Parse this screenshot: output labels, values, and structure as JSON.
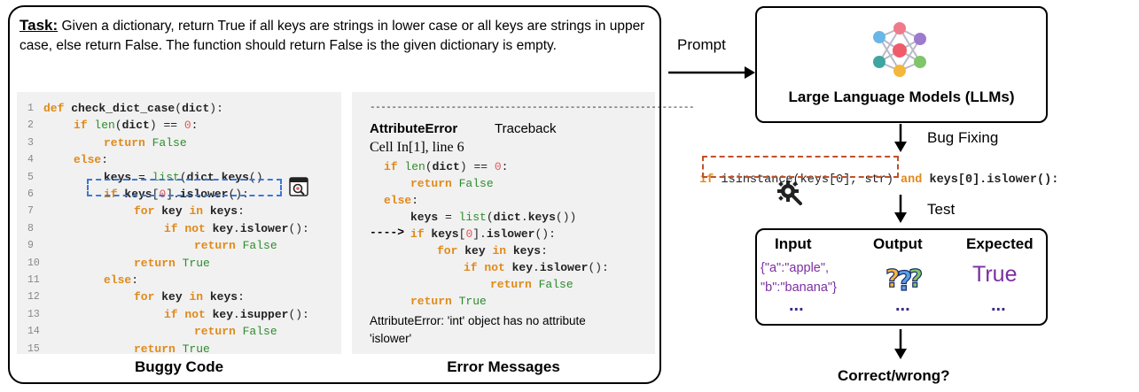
{
  "task": {
    "label": "Task:",
    "text": "Given a dictionary, return True if all keys are strings in lower case or all keys are strings in upper case, else return False. The function should return False is the given dictionary is empty."
  },
  "code": {
    "lines": [
      {
        "n": "1",
        "indent": 0,
        "tokens": [
          [
            "kw",
            "def "
          ],
          [
            "bd",
            "check_dict_case"
          ],
          [
            "nm",
            "("
          ],
          [
            "bd",
            "dict"
          ],
          [
            "nm",
            "):"
          ]
        ]
      },
      {
        "n": "2",
        "indent": 1,
        "tokens": [
          [
            "kw",
            "if "
          ],
          [
            "bi",
            "len"
          ],
          [
            "nm",
            "("
          ],
          [
            "bd",
            "dict"
          ],
          [
            "nm",
            ") == "
          ],
          [
            "num",
            "0"
          ],
          [
            "nm",
            ":"
          ]
        ]
      },
      {
        "n": "3",
        "indent": 2,
        "tokens": [
          [
            "kw",
            "return "
          ],
          [
            "bi",
            "False"
          ]
        ]
      },
      {
        "n": "4",
        "indent": 1,
        "tokens": [
          [
            "kw",
            "else"
          ],
          [
            "nm",
            ":"
          ]
        ]
      },
      {
        "n": "5",
        "indent": 2,
        "tokens": [
          [
            "bd",
            "keys "
          ],
          [
            "nm",
            "= "
          ],
          [
            "bi",
            "list"
          ],
          [
            "nm",
            "("
          ],
          [
            "bd",
            "dict"
          ],
          [
            "nm",
            "."
          ],
          [
            "bd",
            "keys"
          ],
          [
            "nm",
            "()"
          ]
        ]
      },
      {
        "n": "6",
        "indent": 2,
        "tokens": [
          [
            "kw",
            "if "
          ],
          [
            "bd",
            "keys"
          ],
          [
            "nm",
            "["
          ],
          [
            "num",
            "0"
          ],
          [
            "nm",
            "]."
          ],
          [
            "bd",
            "islower"
          ],
          [
            "nm",
            "():"
          ]
        ]
      },
      {
        "n": "7",
        "indent": 3,
        "tokens": [
          [
            "kw",
            "for "
          ],
          [
            "bd",
            "key "
          ],
          [
            "kw",
            "in "
          ],
          [
            "bd",
            "keys"
          ],
          [
            "nm",
            ":"
          ]
        ]
      },
      {
        "n": "8",
        "indent": 4,
        "tokens": [
          [
            "kw",
            "if not "
          ],
          [
            "bd",
            "key"
          ],
          [
            "nm",
            "."
          ],
          [
            "bd",
            "islower"
          ],
          [
            "nm",
            "():"
          ]
        ]
      },
      {
        "n": "9",
        "indent": 5,
        "tokens": [
          [
            "kw",
            "return "
          ],
          [
            "bi",
            "False"
          ]
        ]
      },
      {
        "n": "10",
        "indent": 3,
        "tokens": [
          [
            "kw",
            "return "
          ],
          [
            "bi",
            "True"
          ]
        ]
      },
      {
        "n": "11",
        "indent": 2,
        "tokens": [
          [
            "kw",
            "else"
          ],
          [
            "nm",
            ":"
          ]
        ]
      },
      {
        "n": "12",
        "indent": 3,
        "tokens": [
          [
            "kw",
            "for "
          ],
          [
            "bd",
            "key "
          ],
          [
            "kw",
            "in "
          ],
          [
            "bd",
            "keys"
          ],
          [
            "nm",
            ":"
          ]
        ]
      },
      {
        "n": "13",
        "indent": 4,
        "tokens": [
          [
            "kw",
            "if not "
          ],
          [
            "bd",
            "key"
          ],
          [
            "nm",
            "."
          ],
          [
            "bd",
            "isupper"
          ],
          [
            "nm",
            "():"
          ]
        ]
      },
      {
        "n": "14",
        "indent": 5,
        "tokens": [
          [
            "kw",
            "return "
          ],
          [
            "bi",
            "False"
          ]
        ]
      },
      {
        "n": "15",
        "indent": 3,
        "tokens": [
          [
            "kw",
            "return "
          ],
          [
            "bi",
            "True"
          ]
        ]
      }
    ],
    "caption": "Buggy Code"
  },
  "error": {
    "dashes": "------------------------------------------------------------",
    "name": "AttributeError",
    "traceback": "Traceback",
    "cell": "Cell In[1], line 6",
    "arrow": "---->",
    "lines": [
      {
        "indent": 0,
        "tokens": [
          [
            "kw",
            "if "
          ],
          [
            "bi",
            "len"
          ],
          [
            "nm",
            "("
          ],
          [
            "bd",
            "dict"
          ],
          [
            "nm",
            ") == "
          ],
          [
            "num",
            "0"
          ],
          [
            "nm",
            ":"
          ]
        ]
      },
      {
        "indent": 1,
        "tokens": [
          [
            "kw",
            "return "
          ],
          [
            "bi",
            "False"
          ]
        ]
      },
      {
        "indent": 0,
        "tokens": [
          [
            "kw",
            "else"
          ],
          [
            "nm",
            ":"
          ]
        ]
      },
      {
        "indent": 1,
        "tokens": [
          [
            "bd",
            "keys "
          ],
          [
            "nm",
            "= "
          ],
          [
            "bi",
            "list"
          ],
          [
            "nm",
            "("
          ],
          [
            "bd",
            "dict"
          ],
          [
            "nm",
            "."
          ],
          [
            "bd",
            "keys"
          ],
          [
            "nm",
            "())"
          ]
        ]
      },
      {
        "indent": 1,
        "tokens": [
          [
            "kw",
            "if "
          ],
          [
            "bd",
            "keys"
          ],
          [
            "nm",
            "["
          ],
          [
            "num",
            "0"
          ],
          [
            "nm",
            "]."
          ],
          [
            "bd",
            "islower"
          ],
          [
            "nm",
            "():"
          ]
        ]
      },
      {
        "indent": 2,
        "tokens": [
          [
            "kw",
            "for "
          ],
          [
            "bd",
            "key "
          ],
          [
            "kw",
            "in "
          ],
          [
            "bd",
            "keys"
          ],
          [
            "nm",
            ":"
          ]
        ]
      },
      {
        "indent": 3,
        "tokens": [
          [
            "kw",
            "if not "
          ],
          [
            "bd",
            "key"
          ],
          [
            "nm",
            "."
          ],
          [
            "bd",
            "islower"
          ],
          [
            "nm",
            "():"
          ]
        ]
      },
      {
        "indent": 4,
        "tokens": [
          [
            "kw",
            "return "
          ],
          [
            "bi",
            "False"
          ]
        ]
      },
      {
        "indent": 1,
        "tokens": [
          [
            "kw",
            "return "
          ],
          [
            "bi",
            "True"
          ]
        ]
      }
    ],
    "message_line1": "AttributeError: 'int' object has no attribute",
    "message_line2": "'islower'",
    "caption": "Error Messages"
  },
  "flow": {
    "prompt": "Prompt",
    "llm": "Large Language Models (LLMs)",
    "bug_fixing": "Bug Fixing",
    "test": "Test",
    "result": "Correct/wrong?"
  },
  "fix": {
    "prefix": "if ",
    "highlighted": "isinstance(keys[0], str)",
    "suffix_kw": " and ",
    "suffix": "keys[0].islower():"
  },
  "test_table": {
    "input_label": "Input",
    "output_label": "Output",
    "expected_label": "Expected",
    "input_line1": "{\"a\":\"apple\",",
    "input_line2": "\"b\":\"banana\"}",
    "expected_value": "True",
    "ellipsis": "..."
  },
  "colors": {
    "keyword": "#e08a1a",
    "builtin": "#2e8b2e",
    "number": "#e05a5a",
    "highlight_blue": "#3b78d8",
    "highlight_red": "#c0502a",
    "purple": "#7b2fa0"
  }
}
